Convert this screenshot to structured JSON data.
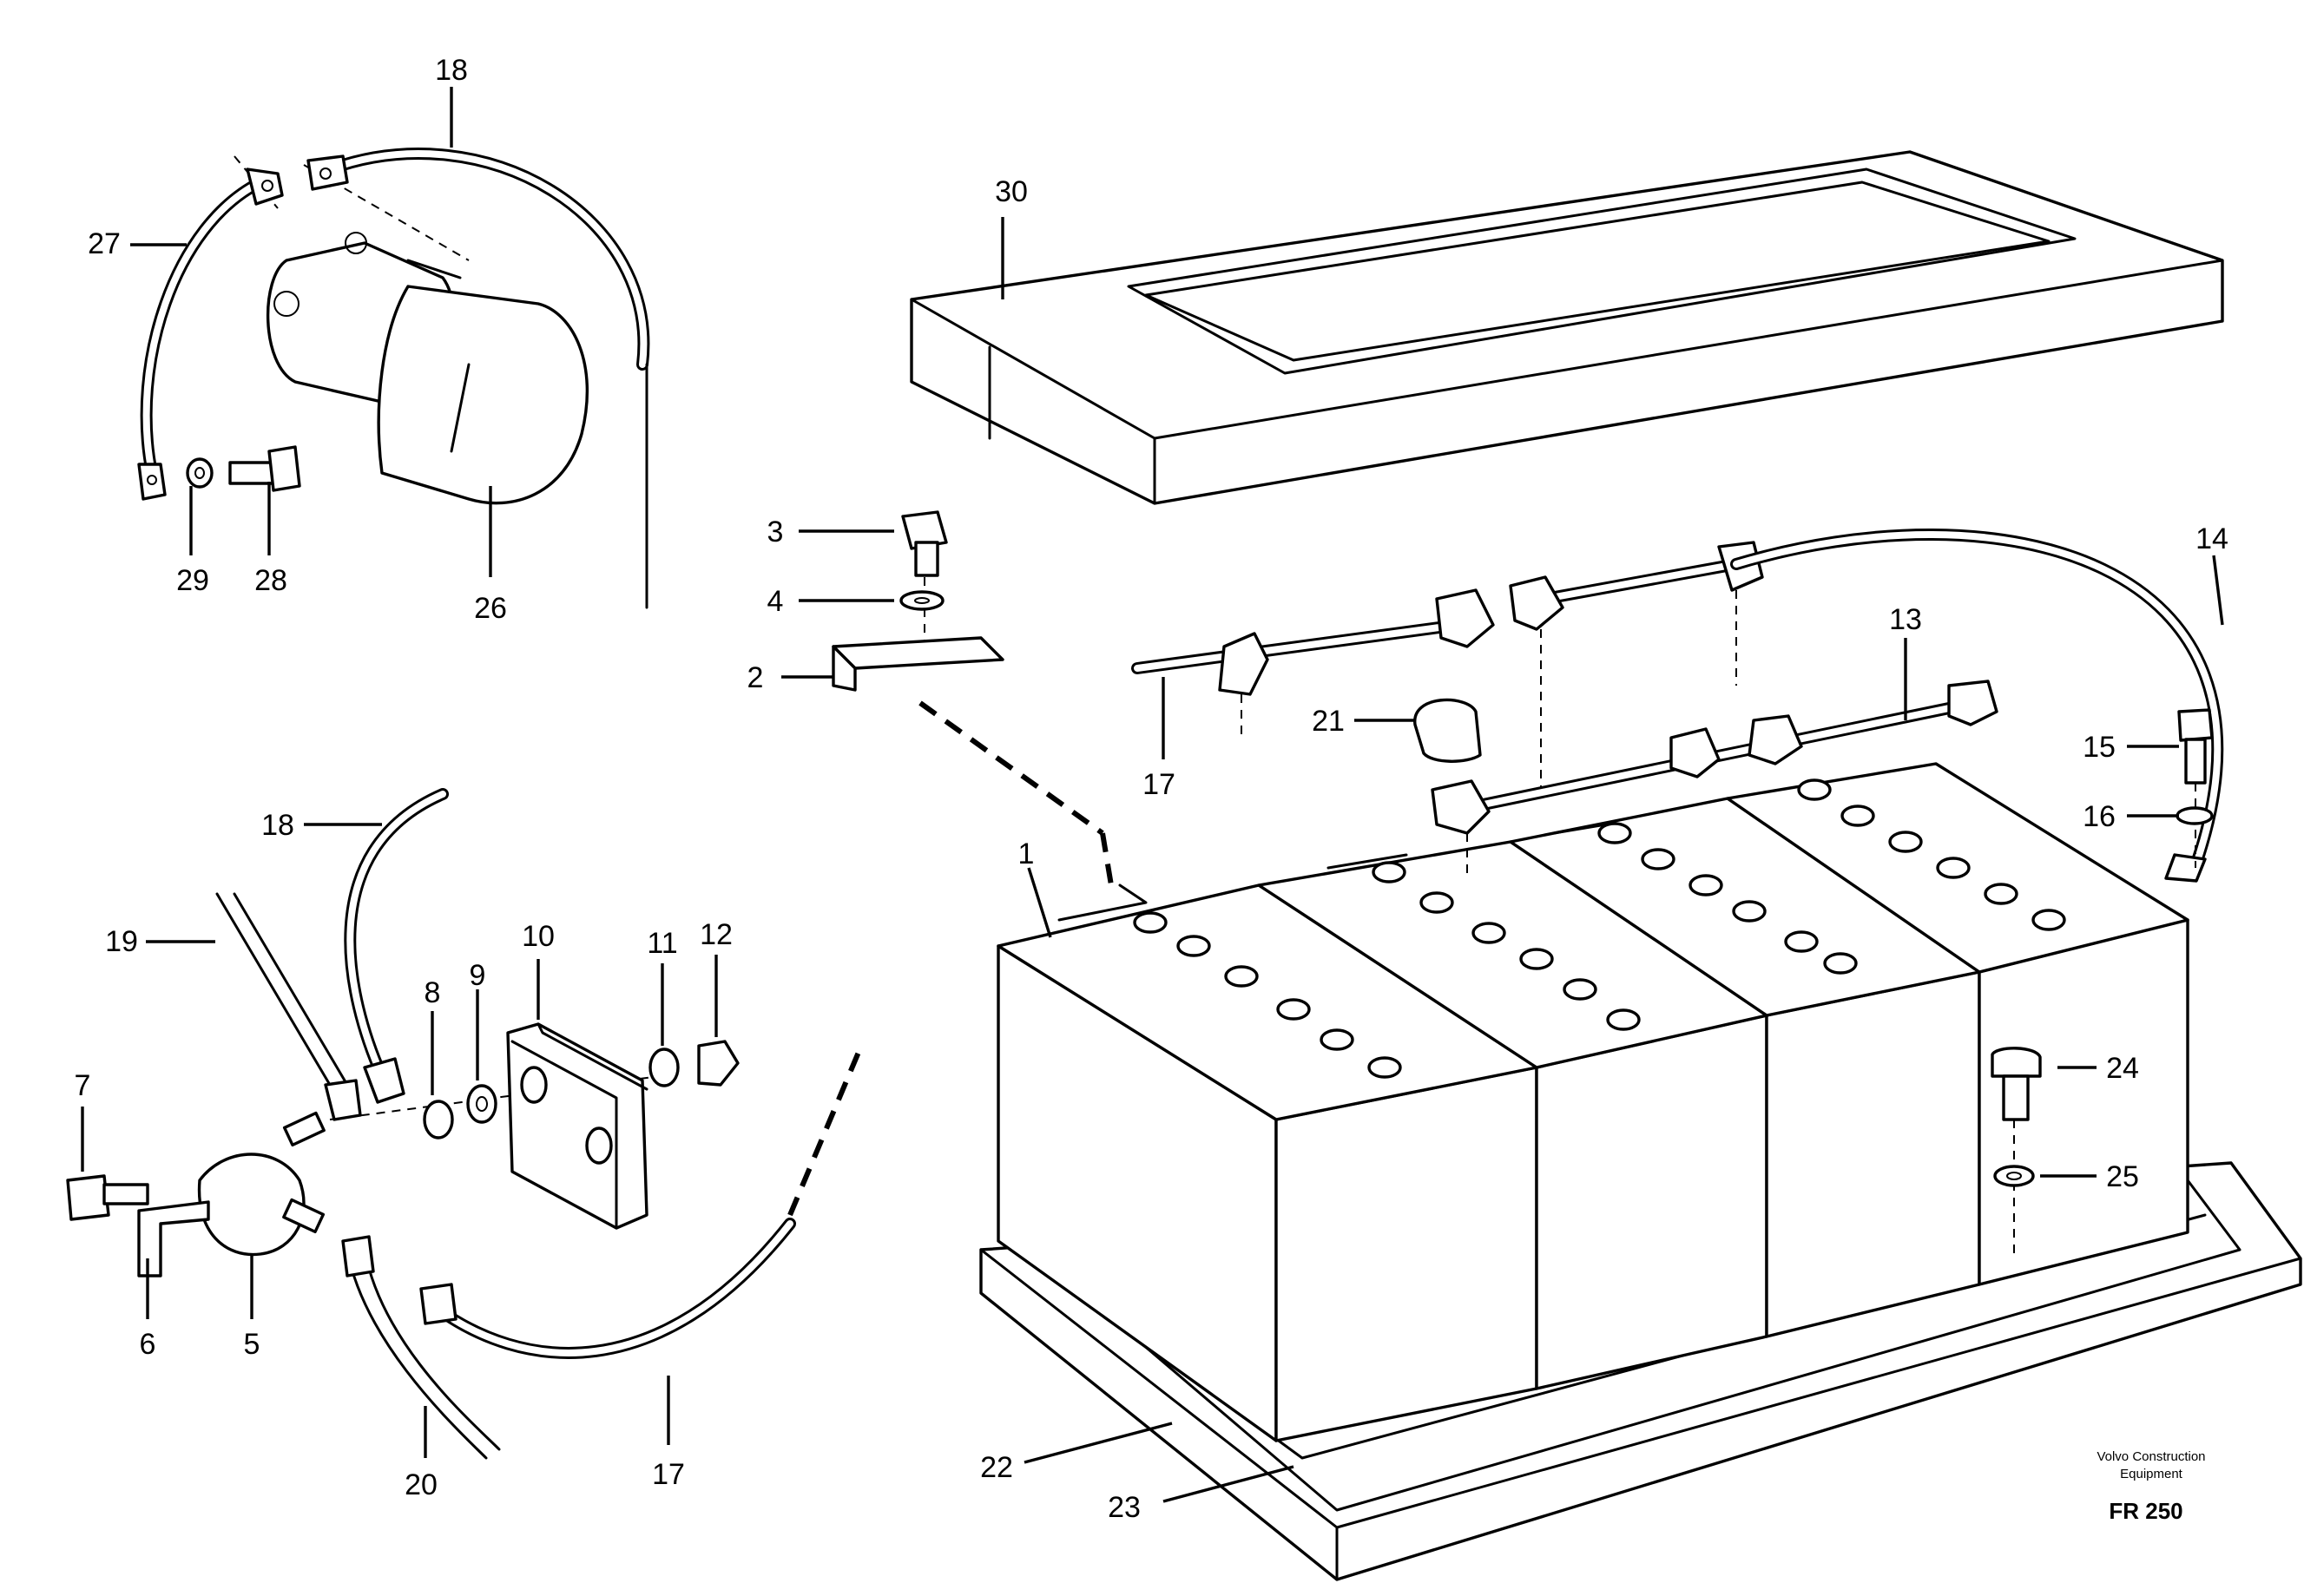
{
  "callouts": {
    "c1": "1",
    "c2": "2",
    "c3": "3",
    "c4": "4",
    "c5": "5",
    "c6": "6",
    "c7": "7",
    "c8": "8",
    "c9": "9",
    "c10": "10",
    "c11": "11",
    "c12": "12",
    "c13": "13",
    "c14": "14",
    "c15": "15",
    "c16": "16",
    "c17a": "17",
    "c17b": "17",
    "c18a": "18",
    "c18b": "18",
    "c19": "19",
    "c20": "20",
    "c21": "21",
    "c22": "22",
    "c23": "23",
    "c24": "24",
    "c25": "25",
    "c26": "26",
    "c27": "27",
    "c28": "28",
    "c29": "29",
    "c30": "30"
  },
  "brand": {
    "line1": "Volvo Construction",
    "line2": "Equipment",
    "code": "FR 250"
  }
}
